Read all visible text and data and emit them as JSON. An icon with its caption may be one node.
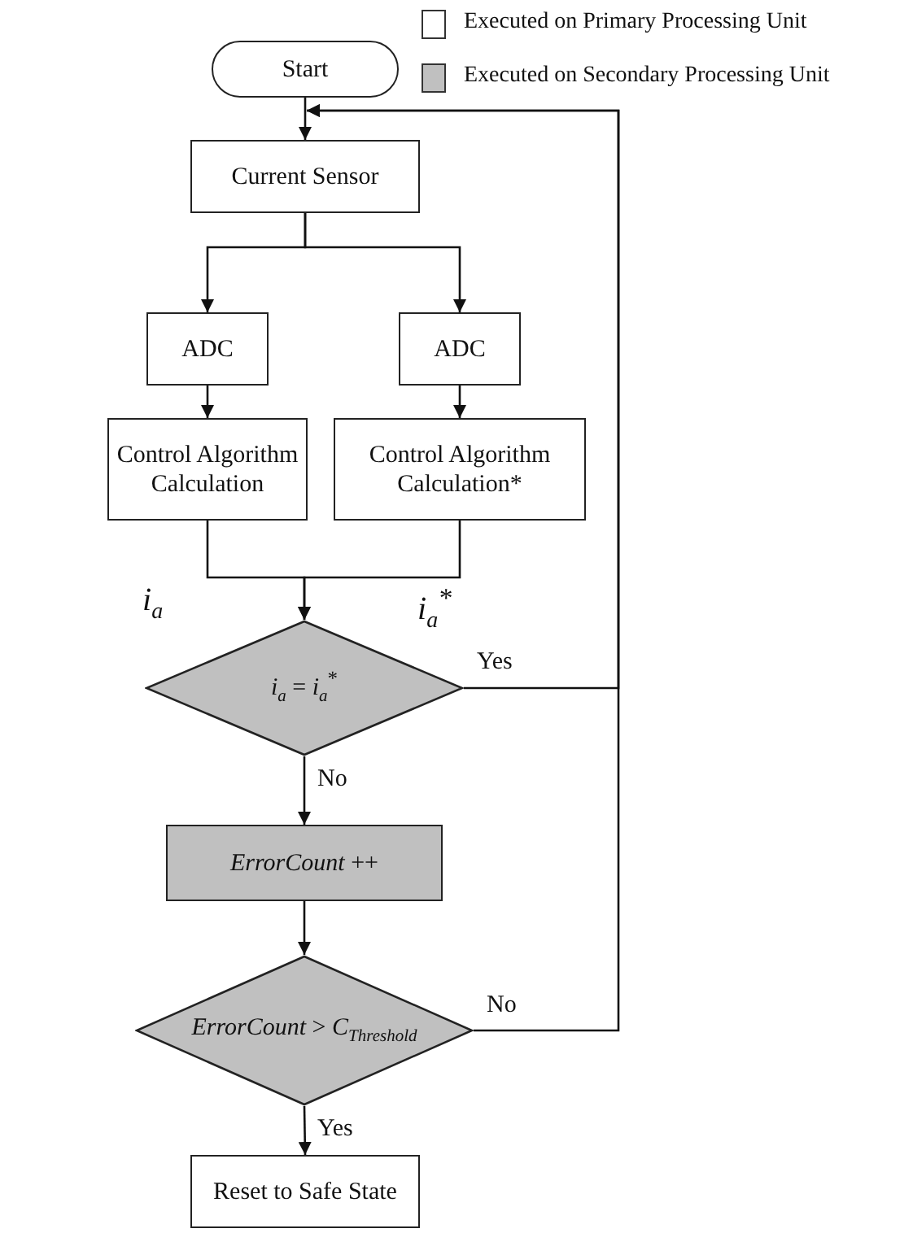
{
  "diagram": {
    "nodes": [
      {
        "text": [
          "Start"
        ]
      },
      {
        "text": [
          "Current Sensor"
        ]
      },
      {
        "text": [
          "ADC"
        ]
      },
      {
        "text": [
          "ADC"
        ]
      },
      {
        "text": [
          "Control Algorithm Calculation"
        ]
      },
      {
        "text": [
          "Control Algorithm Calculation*"
        ]
      },
      {
        "text": [
          "*i*$_{a}$ = *i*$_{a}$$^{*}$"
        ]
      },
      {
        "text": [
          "*ErrorCount* ++"
        ]
      },
      {
        "text": [
          "*ErrorCount* > *C*$_{Threshold}$"
        ]
      },
      {
        "text": [
          "Reset to Safe State"
        ]
      }
    ],
    "edges": [
      {
        "from": 0,
        "to": 1,
        "arrow": "to"
      },
      {
        "from": 1,
        "to": 2,
        "arrow": "to"
      },
      {
        "from": 1,
        "to": 3,
        "arrow": "to"
      },
      {
        "from": 2,
        "to": 4,
        "arrow": "to"
      },
      {
        "from": 3,
        "to": 5,
        "arrow": "to"
      },
      {
        "from": 4,
        "to": 6,
        "arrow": "to",
        "label": "*i*$_{a}$"
      },
      {
        "from": 5,
        "to": 6,
        "arrow": "to",
        "label": "*i*$_{a}$$^{*}$"
      },
      {
        "from": 6,
        "to": 1,
        "arrow": "to",
        "label": "Yes"
      },
      {
        "from": 6,
        "to": 7,
        "arrow": "to",
        "label": "No"
      },
      {
        "from": 7,
        "to": 8,
        "arrow": "to"
      },
      {
        "from": 8,
        "to": 1,
        "arrow": "to",
        "label": "No"
      },
      {
        "from": 8,
        "to": 9,
        "arrow": "to",
        "label": "Yes"
      }
    ],
    "legend": [
      {
        "text": "Executed on Primary Processing Unit",
        "color": "#ffffff"
      },
      {
        "text": "Executed on Secondary Processing Unit",
        "color": "#c0c0c0"
      }
    ]
  }
}
